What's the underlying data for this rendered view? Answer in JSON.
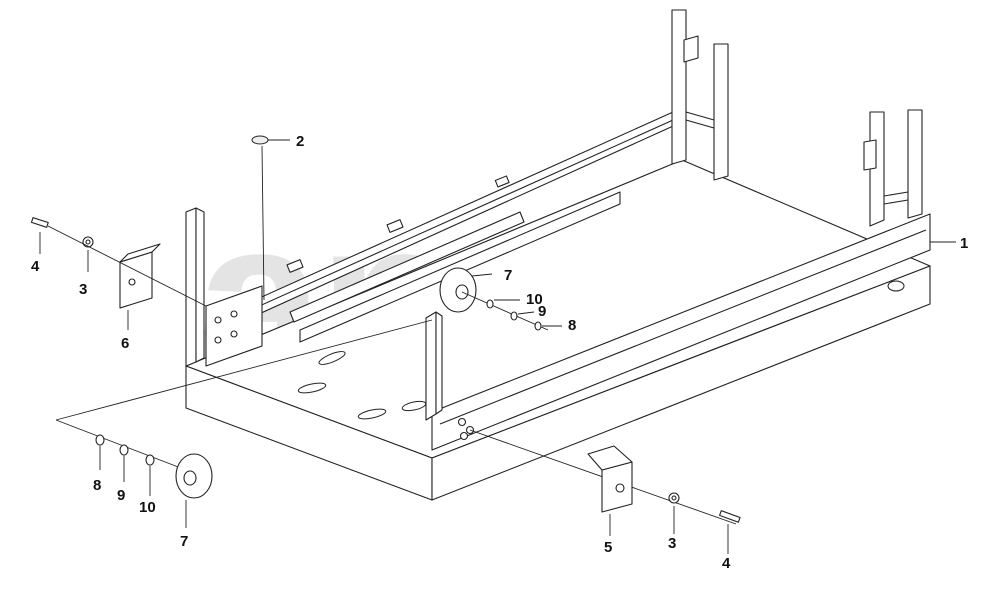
{
  "watermark": {
    "text": "anab",
    "tm": "TM"
  },
  "diagram": {
    "labels": [
      {
        "id": "callout-1",
        "text": "1"
      },
      {
        "id": "callout-2",
        "text": "2"
      },
      {
        "id": "callout-3a",
        "text": "3"
      },
      {
        "id": "callout-3b",
        "text": "3"
      },
      {
        "id": "callout-4a",
        "text": "4"
      },
      {
        "id": "callout-4b",
        "text": "4"
      },
      {
        "id": "callout-5",
        "text": "5"
      },
      {
        "id": "callout-6",
        "text": "6"
      },
      {
        "id": "callout-7a",
        "text": "7"
      },
      {
        "id": "callout-7b",
        "text": "7"
      },
      {
        "id": "callout-8a",
        "text": "8"
      },
      {
        "id": "callout-8b",
        "text": "8"
      },
      {
        "id": "callout-9a",
        "text": "9"
      },
      {
        "id": "callout-9b",
        "text": "9"
      },
      {
        "id": "callout-10a",
        "text": "10"
      },
      {
        "id": "callout-10b",
        "text": "10"
      }
    ]
  }
}
